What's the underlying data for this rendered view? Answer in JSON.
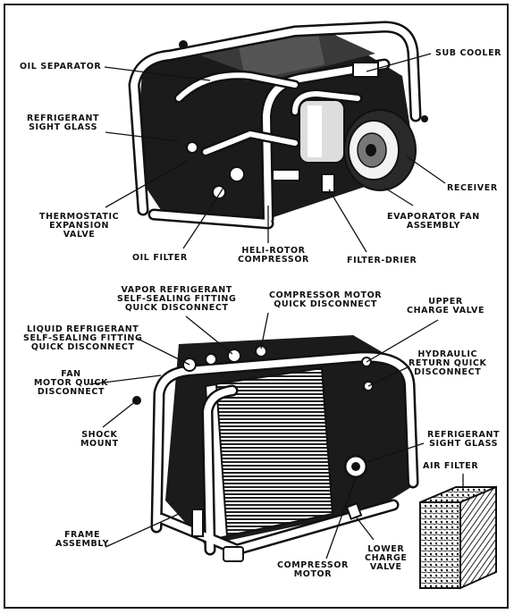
{
  "labels": {
    "oil_separator": "OIL SEPARATOR",
    "sub_cooler": "SUB COOLER",
    "refrigerant_sight_glass_top": "REFRIGERANT\nSIGHT GLASS",
    "receiver": "RECEIVER",
    "thermostatic_expansion_valve": "THERMOSTATIC\nEXPANSION\nVALVE",
    "evaporator_fan_assembly": "EVAPORATOR FAN\nASSEMBLY",
    "oil_filter": "OIL FILTER",
    "heli_rotor_compressor": "HELI-ROTOR\nCOMPRESSOR",
    "filter_drier": "FILTER-DRIER",
    "vapor_refrigerant_fitting": "VAPOR REFRIGERANT\nSELF-SEALING FITTING\nQUICK DISCONNECT",
    "compressor_motor_quick_disconnect": "COMPRESSOR MOTOR\nQUICK DISCONNECT",
    "upper_charge_valve": "UPPER\nCHARGE VALVE",
    "liquid_refrigerant_fitting": "LIQUID REFRIGERANT\nSELF-SEALING FITTING\nQUICK DISCONNECT",
    "hydraulic_return_quick_disconnect": "HYDRAULIC\nRETURN QUICK\nDISCONNECT",
    "fan_motor_quick_disconnect": "FAN\nMOTOR QUICK\nDISCONNECT",
    "shock_mount": "SHOCK\nMOUNT",
    "refrigerant_sight_glass_bottom": "REFRIGERANT\nSIGHT GLASS",
    "air_filter": "AIR FILTER",
    "frame_assembly": "FRAME\nASSEMBLY",
    "compressor_motor": "COMPRESSOR\nMOTOR",
    "lower_charge_valve": "LOWER\nCHARGE\nVALVE"
  }
}
